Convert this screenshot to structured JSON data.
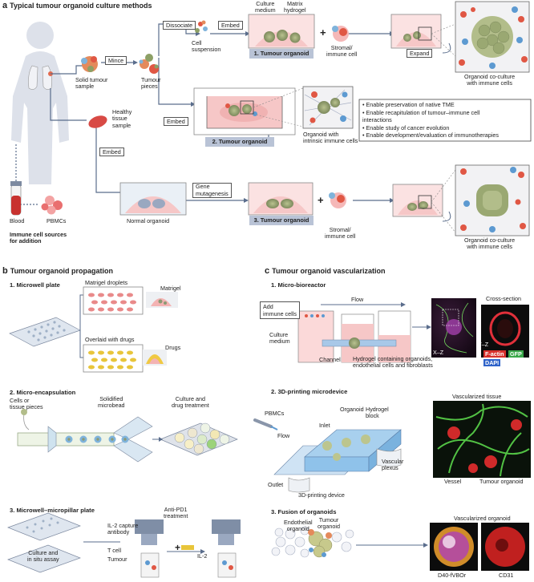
{
  "panel_a": {
    "heading_letter": "a",
    "heading": "Typical tumour organoid culture methods",
    "culture_medium": "Culture\nmedium",
    "matrix_hydrogel": "Matrix\nhydrogel",
    "dissociate": "Dissociate",
    "embed_1": "Embed",
    "embed_2": "Embed",
    "embed_3": "Embed",
    "mince": "Mince",
    "cell_suspension": "Cell\nsuspension",
    "tumour_organoid_1": "1. Tumour organoid",
    "tumour_organoid_2": "2. Tumour organoid",
    "tumour_organoid_3": "3. Tumour organoid",
    "stromal_1": "Stromal/\nimmune cell",
    "stromal_3": "Stromal/\nimmune cell",
    "expand": "Expand",
    "co_culture_1": "Organoid co-culture\nwith immune cells",
    "co_culture_3": "Organoid co-culture\nwith immune cells",
    "solid_tumour": "Solid tumour\nsample",
    "tumour_pieces": "Tumour\npieces",
    "healthy_tissue": "Healthy\ntissue\nsample",
    "organoid_intrinsic": "Organoid with\nintrinsic immune cells",
    "bullets": [
      "Enable preservation of native TME",
      "Enable recapitulation of tumour–immune cell\ninteractions",
      "Enable study of cancer evolution",
      "Enable development/evaluation of immunotherapies"
    ],
    "gene_mutagenesis": "Gene\nmutagenesis",
    "normal_organoid": "Normal organoid",
    "blood": "Blood",
    "pbmcs": "PBMCs",
    "immune_sources": "Immune cell sources\nfor addition"
  },
  "panel_b": {
    "heading_letter": "b",
    "heading": "Tumour organoid propagation",
    "sub1": "1. Microwell plate",
    "matrigel_droplets": "Matrigel droplets",
    "matrigel": "Matrigel",
    "overlaid_drugs": "Overlaid with drugs",
    "drugs": "Drugs",
    "sub2": "2. Micro-encapsulation",
    "cells_tissue": "Cells or\ntissue pieces",
    "solidified": "Solidified\nmicrobead",
    "culture_drug": "Culture and\ndrug treatment",
    "sub3": "3. Microwell–micropillar plate",
    "il2_capture": "IL-2 capture\nantibody",
    "anti_pd1": "Anti-PD1\ntreatment",
    "t_cell": "T cell",
    "tumour_cut": "Tumour",
    "il2": "IL-2",
    "culture_assay": "Culture and\nin situ assay"
  },
  "panel_c": {
    "heading_letter": "c",
    "heading": "Tumour organoid vascularization",
    "sub1": "1. Micro-bioreactor",
    "add_immune": "Add\nimmune cells",
    "flow": "Flow",
    "culture_medium": "Culture\nmedium",
    "channel": "Channel",
    "hydrogel_containing": "Hydrogel containing organoids,\nendothelial cells and fibroblasts",
    "cross_section": "Cross-section",
    "x_z": "X–Z",
    "y_z": "Y–Z",
    "f_actin": "F-actin",
    "gfp": "GFP",
    "dapi": "DAPI",
    "sub2": "2. 3D-printing microdevice",
    "pbmcs": "PBMCs",
    "organoid": "Organoid",
    "hydrogel_block": "Hydrogel\nblock",
    "inlet": "Inlet",
    "flow2": "Flow",
    "vascular_plexus": "Vascular\nplexus",
    "outlet": "Outlet",
    "device": "3D-printing device",
    "vascularized_tissue": "Vascularized tissue",
    "vessel": "Vessel",
    "tumour_organoid": "Tumour organoid",
    "sub3": "3. Fusion of organoids",
    "endothelial": "Endothelial\norganoid",
    "tumour_org": "Tumour\norganoid",
    "vascularized_organoid": "Vascularized organoid",
    "d40": "D40-fVBOr",
    "cd31": "CD31"
  },
  "colors": {
    "pink_medium": "#f6c7c7",
    "organoid_green": "#8c9a74",
    "tag_blue": "#b9c3d6",
    "red_cell": "#e0523f",
    "blue_cell": "#5d9ad1"
  }
}
